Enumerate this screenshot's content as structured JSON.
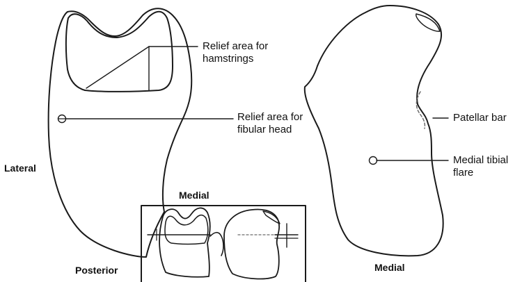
{
  "labels": {
    "relief_hamstrings_line1": "Relief area for",
    "relief_hamstrings_line2": "hamstrings",
    "relief_fibular_line1": "Relief area for",
    "relief_fibular_line2": "fibular head",
    "lateral": "Lateral",
    "posterior": "Posterior",
    "medial_inset": "Medial",
    "medial_bottom": "Medial",
    "patellar_bar": "Patellar bar",
    "medial_tibial_line1": "Medial tibial",
    "medial_tibial_line2": "flare"
  },
  "colors": {
    "stroke": "#1a1a1a",
    "dashed": "#6a6a6a",
    "background": "#ffffff"
  }
}
